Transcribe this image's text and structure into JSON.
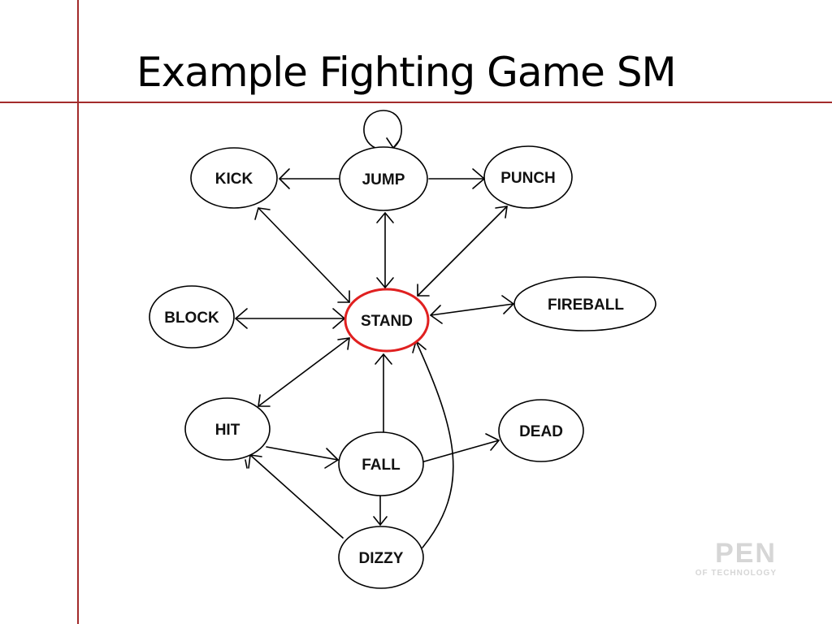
{
  "title": "Example Fighting Game SM",
  "nodes": {
    "kick": "KICK",
    "jump": "JUMP",
    "punch": "PUNCH",
    "block": "BLOCK",
    "stand": "STAND",
    "fireball": "FIREBALL",
    "hit": "HIT",
    "fall": "FALL",
    "dead": "DEAD",
    "dizzy": "DIZZY"
  },
  "logo": {
    "word": "PEN",
    "subtext": "OF TECHNOLOGY"
  },
  "colors": {
    "accent_line": "#a32b2b",
    "stand_outline": "#e02020"
  }
}
